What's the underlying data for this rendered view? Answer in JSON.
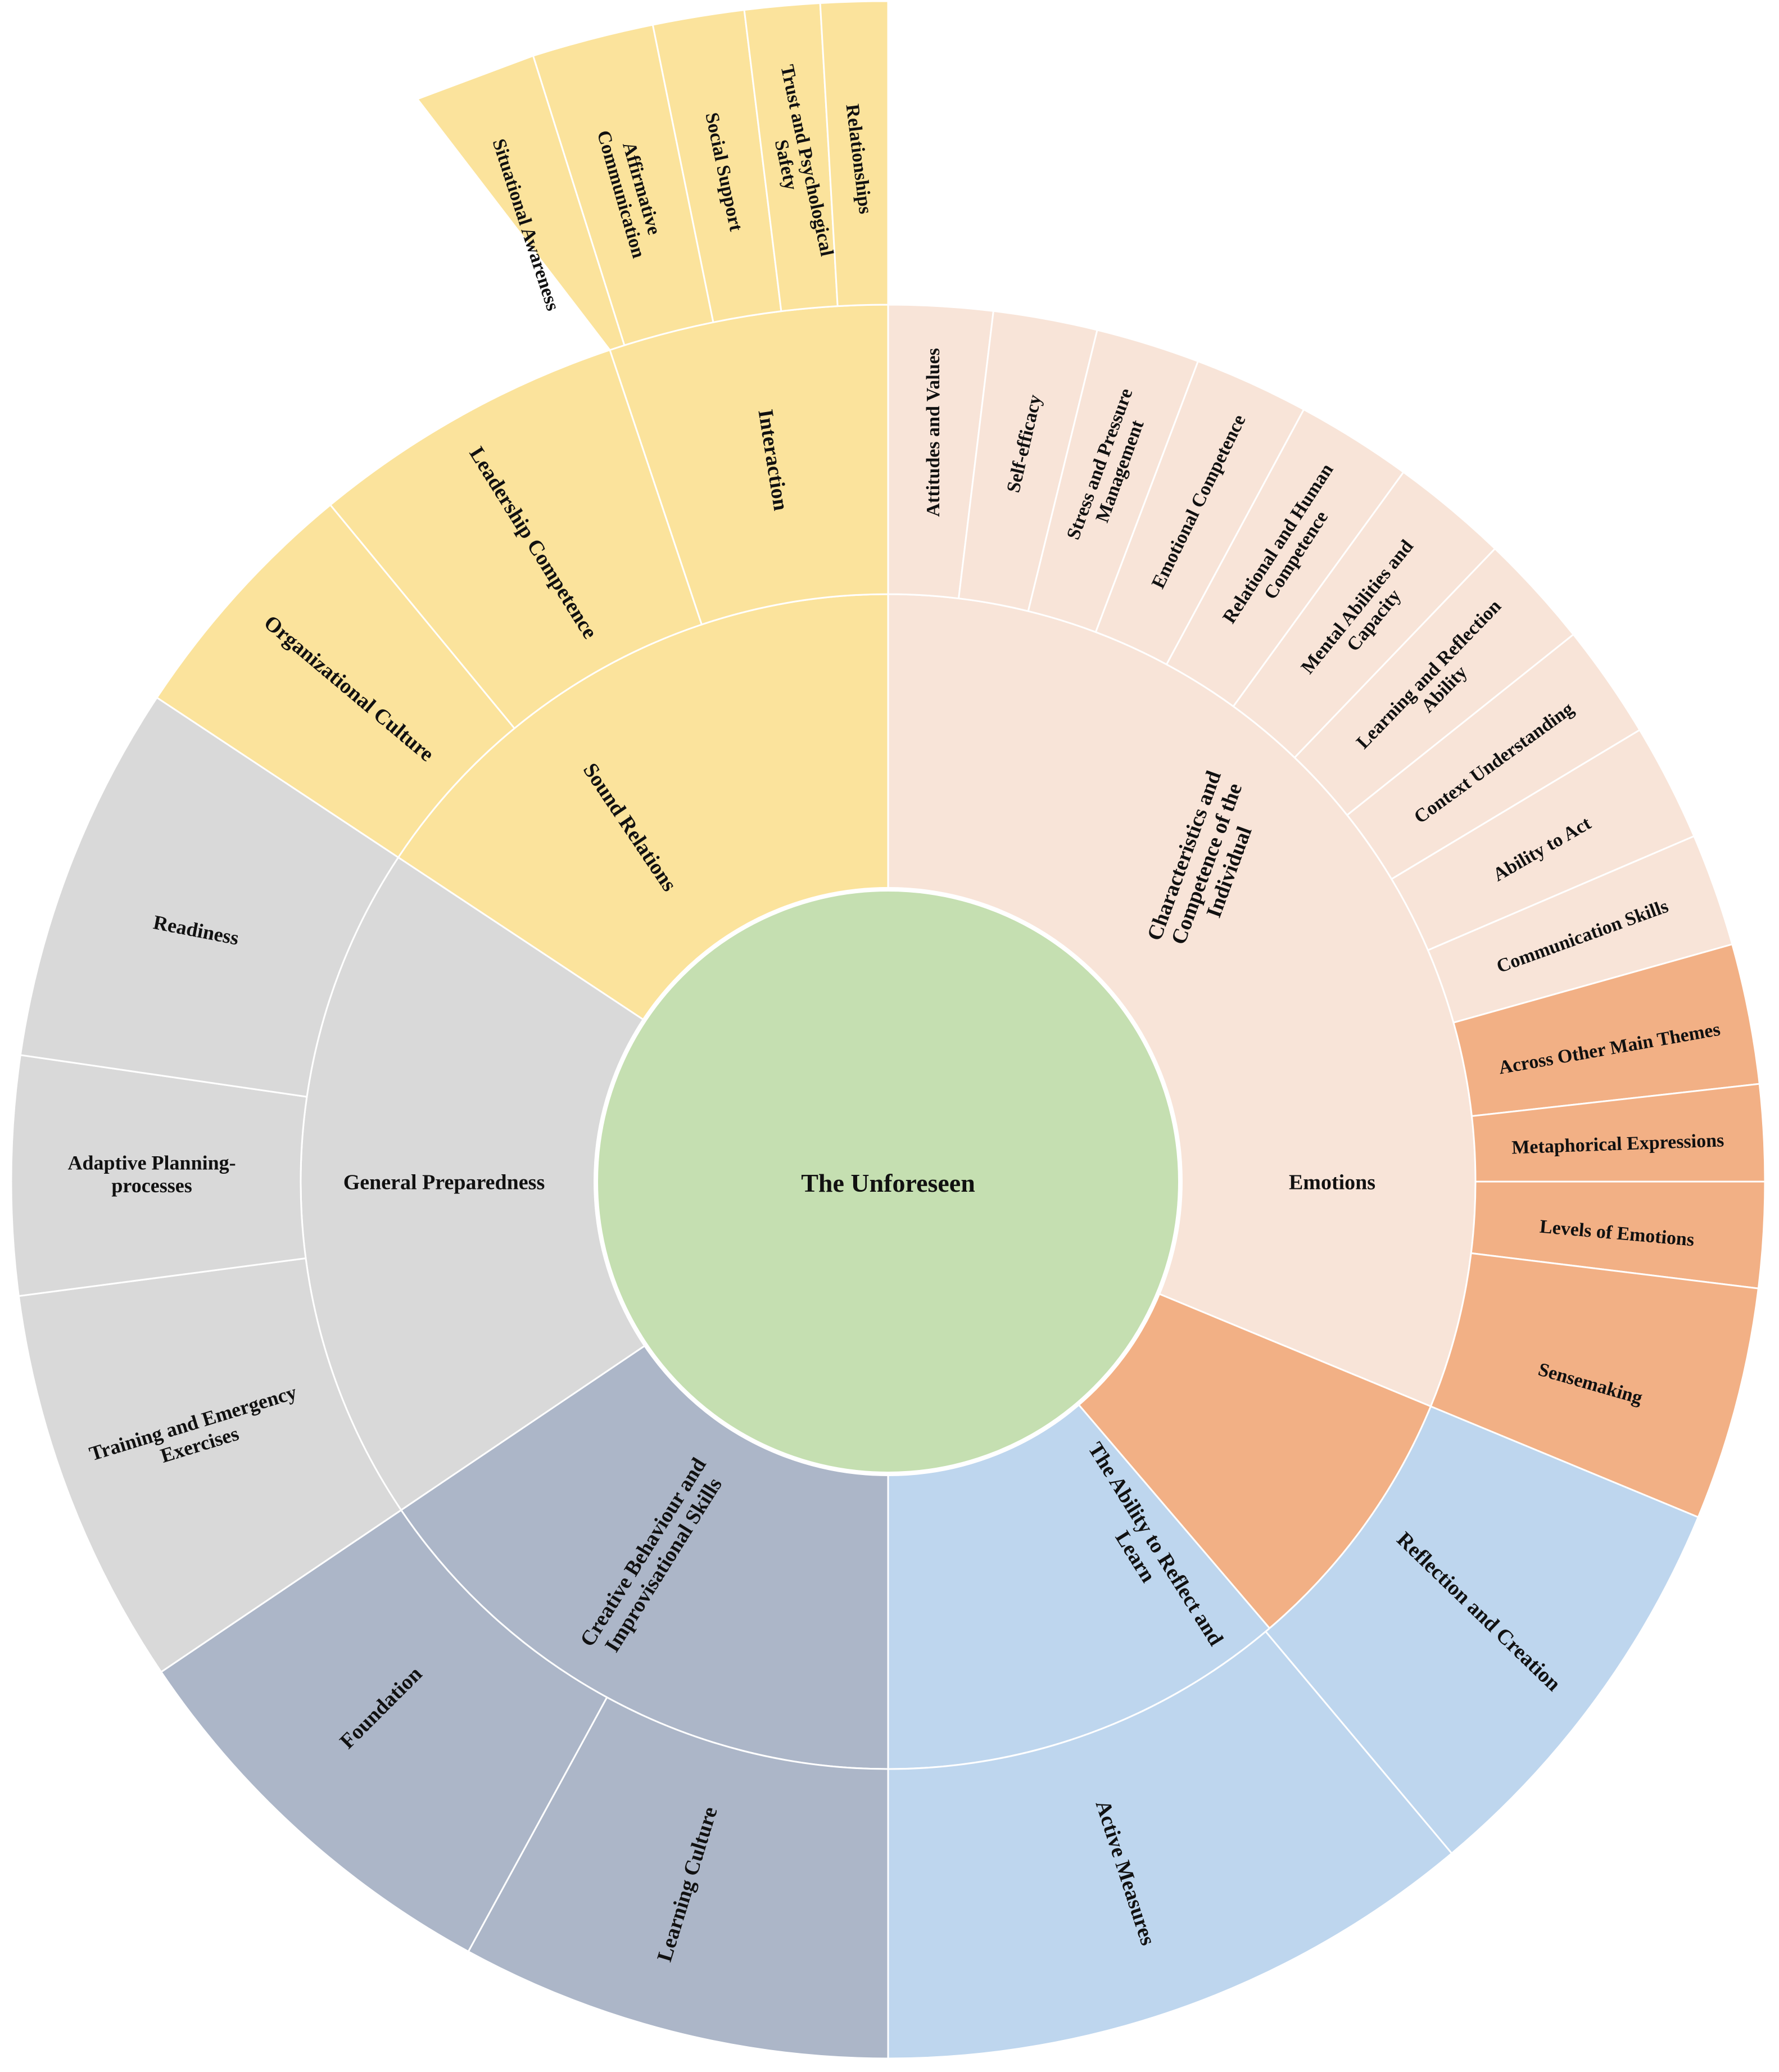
{
  "colors": {
    "center": "#c5dfb1",
    "sound_relations": "#fbe39c",
    "individual": "#f8e4d8",
    "emotions": "#f2b085",
    "reflect": "#bed6ee",
    "creative": "#acb6c8",
    "preparedness": "#d9d9d9",
    "divider": "#ffffff"
  },
  "center": {
    "label": "The Unforeseen"
  },
  "themes": [
    {
      "key": "individual",
      "lines": [
        "Characteristics and",
        "Competence of the",
        "Individual"
      ]
    },
    {
      "key": "emotions",
      "lines": [
        "Emotions"
      ]
    },
    {
      "key": "reflect",
      "lines": [
        "The Ability to Reflect and",
        "Learn"
      ]
    },
    {
      "key": "creative",
      "lines": [
        "Creative Behaviour and",
        "Improvisational Skills"
      ]
    },
    {
      "key": "preparedness",
      "lines": [
        "General Preparedness"
      ]
    },
    {
      "key": "sound_relations",
      "lines": [
        "Sound Relations"
      ]
    }
  ],
  "subthemes": [
    {
      "theme": "individual",
      "lines": [
        "Attitudes and Values"
      ]
    },
    {
      "theme": "individual",
      "lines": [
        "Self-efficacy"
      ]
    },
    {
      "theme": "individual",
      "lines": [
        "Stress and Pressure",
        "Management"
      ]
    },
    {
      "theme": "individual",
      "lines": [
        "Emotional Competence"
      ]
    },
    {
      "theme": "individual",
      "lines": [
        "Relational and Human",
        "Competence"
      ]
    },
    {
      "theme": "individual",
      "lines": [
        "Mental Abilities and",
        "Capacity"
      ]
    },
    {
      "theme": "individual",
      "lines": [
        "Learning and Reflection",
        "Ability"
      ]
    },
    {
      "theme": "individual",
      "lines": [
        "Context Understanding"
      ]
    },
    {
      "theme": "individual",
      "lines": [
        "Ability to Act"
      ]
    },
    {
      "theme": "individual",
      "lines": [
        "Communication Skills"
      ]
    },
    {
      "theme": "emotions",
      "lines": [
        "Across Other Main Themes"
      ]
    },
    {
      "theme": "emotions",
      "lines": [
        "Metaphorical Expressions"
      ]
    },
    {
      "theme": "emotions",
      "lines": [
        "Levels of Emotions"
      ]
    },
    {
      "theme": "emotions",
      "lines": [
        "Sensemaking"
      ]
    },
    {
      "theme": "reflect",
      "lines": [
        "Reflection and Creation"
      ]
    },
    {
      "theme": "reflect",
      "lines": [
        "Active Measures"
      ]
    },
    {
      "theme": "creative",
      "lines": [
        "Learning Culture"
      ]
    },
    {
      "theme": "creative",
      "lines": [
        "Foundation"
      ]
    },
    {
      "theme": "preparedness",
      "lines": [
        "Training and Emergency",
        "Exercises"
      ]
    },
    {
      "theme": "preparedness",
      "lines": [
        "Adaptive Planning-",
        "processes"
      ]
    },
    {
      "theme": "preparedness",
      "lines": [
        "Readiness"
      ]
    },
    {
      "theme": "sound_relations",
      "lines": [
        "Organizational Culture"
      ]
    },
    {
      "theme": "sound_relations",
      "lines": [
        "Leadership Competence"
      ]
    },
    {
      "theme": "sound_relations",
      "lines": [
        "Interaction"
      ]
    }
  ],
  "interaction_items": [
    {
      "lines": [
        "Situational Awareness"
      ]
    },
    {
      "lines": [
        "Affirmative",
        "Communication"
      ]
    },
    {
      "lines": [
        "Social Support"
      ]
    },
    {
      "lines": [
        "Trust and Psychological",
        "Safety"
      ]
    },
    {
      "lines": [
        "Relationships"
      ]
    }
  ]
}
